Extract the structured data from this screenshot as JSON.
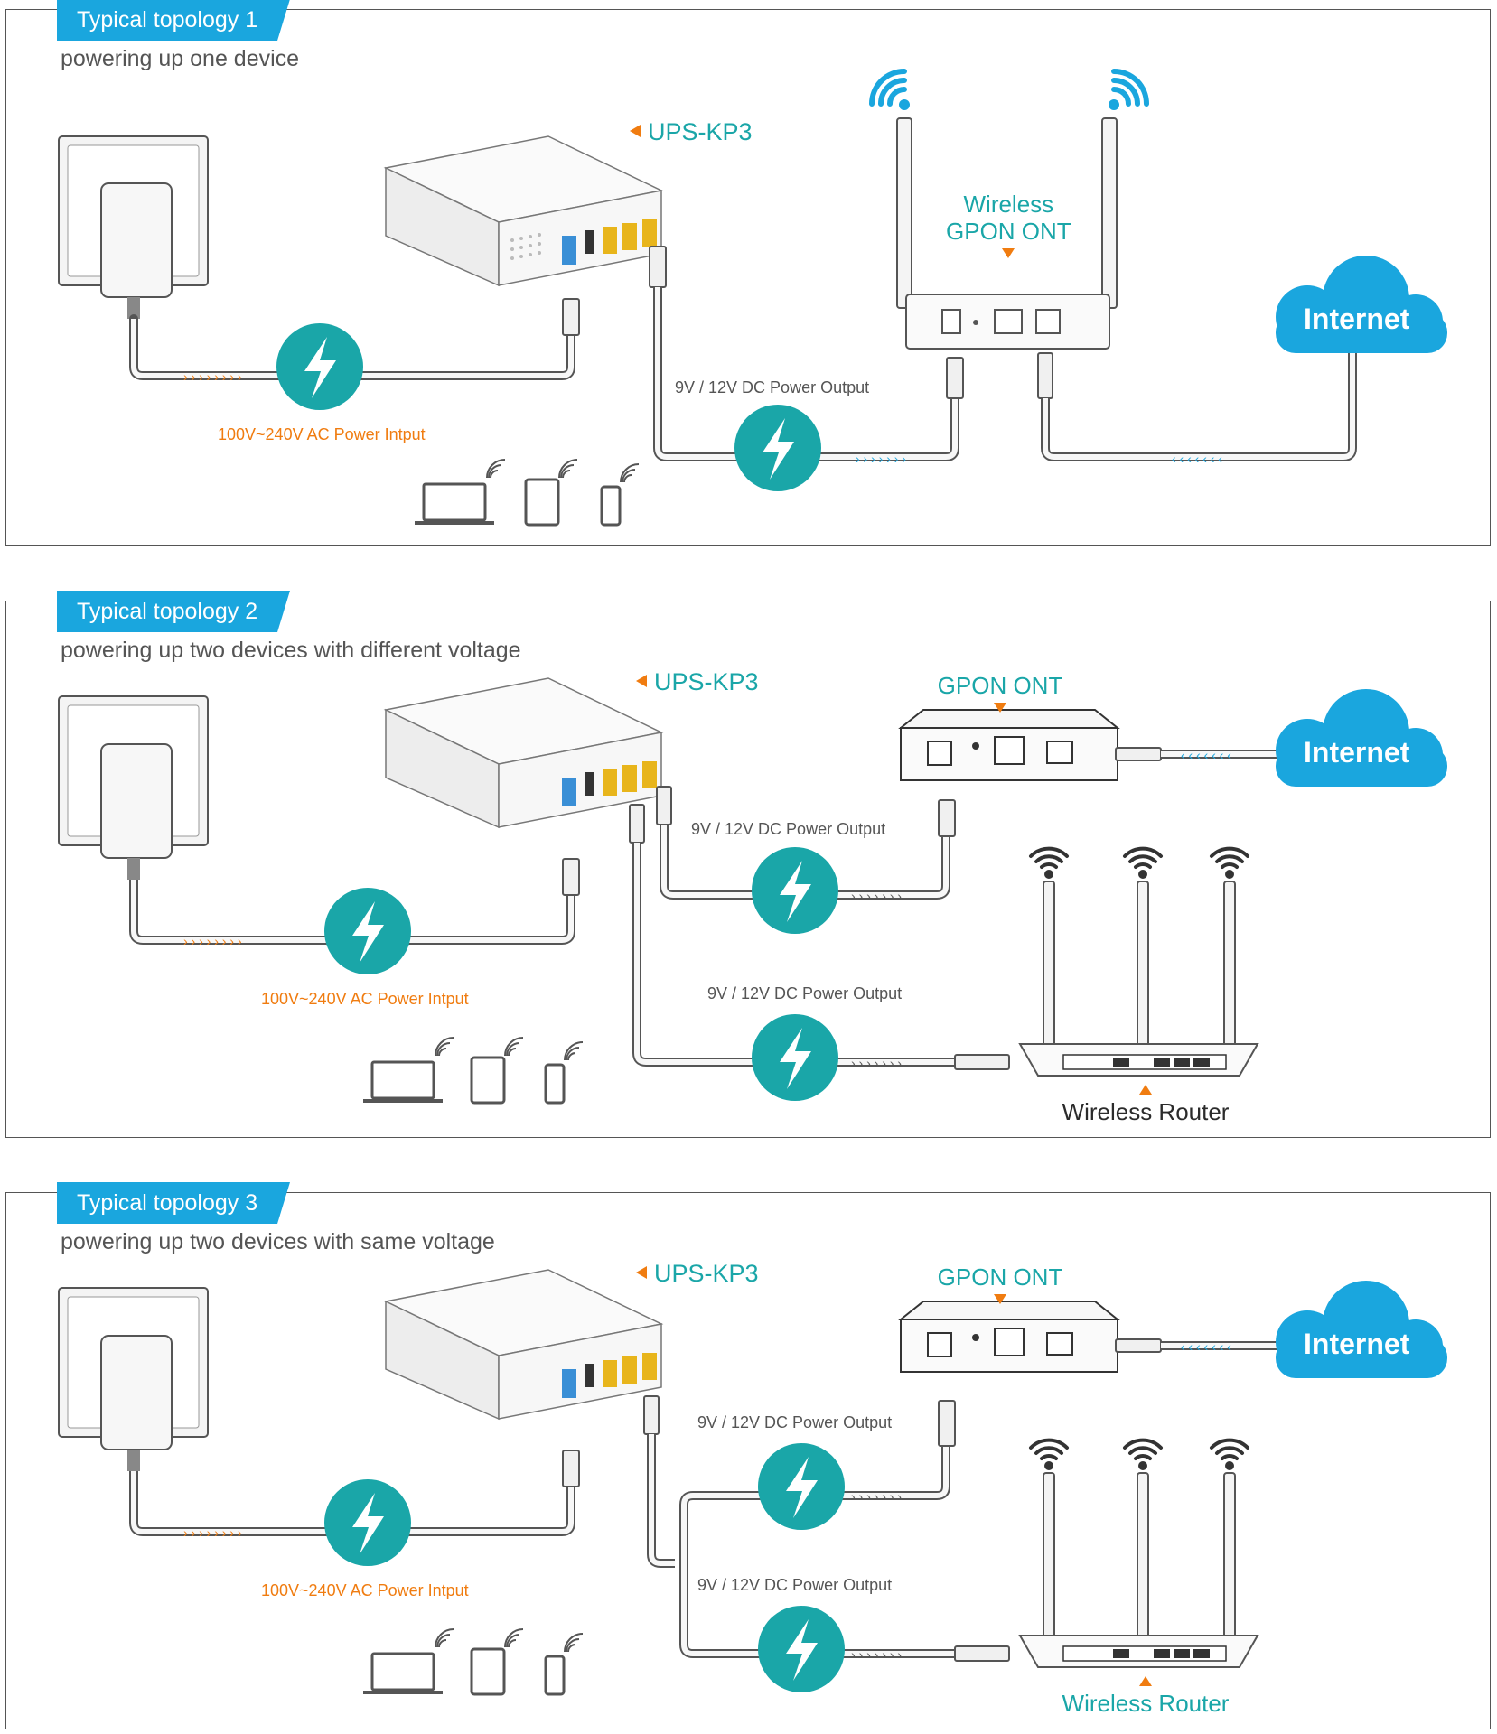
{
  "topologies": [
    {
      "tag": "Typical topology 1",
      "subtitle": "powering up one device",
      "ups_label": "UPS-KP3",
      "device_label": "Wireless\nGPON ONT",
      "ac_label": "100V~240V AC Power Intput",
      "dc_label": "9V / 12V DC Power Output",
      "cloud_label": "Internet"
    },
    {
      "tag": "Typical topology 2",
      "subtitle": "powering up two devices with different voltage",
      "ups_label": "UPS-KP3",
      "ont_label": "GPON ONT",
      "router_label": "Wireless Router",
      "ac_label": "100V~240V AC Power Intput",
      "dc_label_1": "9V / 12V DC Power Output",
      "dc_label_2": "9V / 12V DC Power Output",
      "cloud_label": "Internet"
    },
    {
      "tag": "Typical topology 3",
      "subtitle": "powering up two devices with same voltage",
      "ups_label": "UPS-KP3",
      "ont_label": "GPON ONT",
      "router_label": "Wireless Router",
      "ac_label": "100V~240V AC Power Intput",
      "dc_label_1": "9V / 12V DC Power Output",
      "dc_label_2": "9V / 12V DC Power Output",
      "cloud_label": "Internet"
    }
  ],
  "colors": {
    "teal": "#1aa6a8",
    "blue": "#1aa6de",
    "orange": "#f07c10",
    "outline": "#555555"
  },
  "icons": [
    "power-adapter-icon",
    "ups-device-icon",
    "lightning-icon",
    "wifi-icon",
    "cloud-icon",
    "laptop-icon",
    "tablet-icon",
    "phone-icon",
    "router-icon",
    "ont-icon"
  ]
}
